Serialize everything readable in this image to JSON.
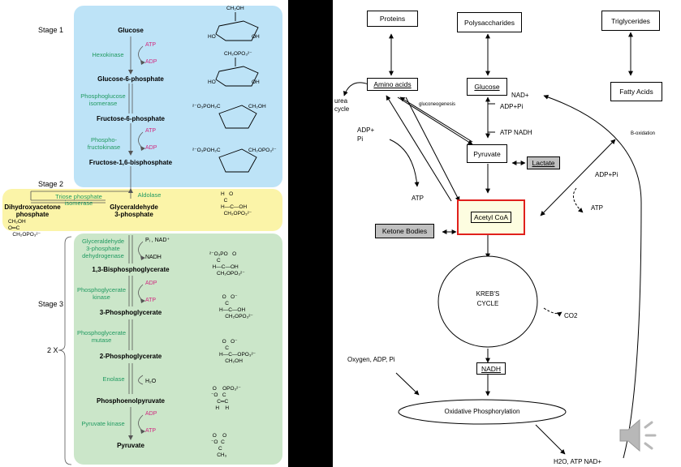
{
  "left": {
    "stages": {
      "stage1": "Stage 1",
      "stage2": "Stage 2",
      "stage3": "Stage 3",
      "twox": "2 X"
    },
    "metabolites": {
      "glucose": "Glucose",
      "g6p": "Glucose-6-phosphate",
      "f6p": "Fructose-6-phosphate",
      "f16bp": "Fructose-1,6-bisphosphate",
      "dhap1": "Dihydroxyacetone",
      "dhap2": "phosphate",
      "gap1": "Glyceraldehyde",
      "gap2": "3-phosphate",
      "bpg": "1,3-Bisphosphoglycerate",
      "pg3": "3-Phosphoglycerate",
      "pg2": "2-Phosphoglycerate",
      "pep": "Phosphoenolpyruvate",
      "pyruvate": "Pyruvate"
    },
    "enzymes": {
      "hexokinase": "Hexokinase",
      "pgi1": "Phosphoglucose",
      "pgi2": "isomerase",
      "pfk1": "Phospho-",
      "pfk2": "fructokinase",
      "aldolase": "Aldolase",
      "tpi1": "Triose phosphate",
      "tpi2": "isomerase",
      "gapdh1": "Glyceraldehyde",
      "gapdh2": "3-phosphate",
      "gapdh3": "dehydrogenase",
      "pgk1": "Phosphoglycerate",
      "pgk2": "kinase",
      "pgm1": "Phosphoglycerate",
      "pgm2": "mutase",
      "enolase": "Enolase",
      "pk": "Pyruvate kinase"
    },
    "cofactors": {
      "atp": "ATP",
      "adp": "ADP",
      "pi_nad": "Pᵢ , NAD⁺",
      "nadh": "NADH",
      "h2o": "H₂O"
    },
    "structures": {
      "ch2oh": "CH₂OH",
      "ch2opo3": "CH₂OPO₃²⁻",
      "o3poh2c": "²⁻O₃POH₂C",
      "oh": "OH",
      "ho": "HO",
      "h": "H",
      "o": "O",
      "c": "C",
      "dhap_struct": "CH₂OH\nO═C\n   CH₂OPO₃²⁻",
      "gap_struct": "H   O\n  C\nH—C—OH\n  CH₂OPO₃²⁻",
      "bpg_struct": "²⁻O₃PO   O\n     C\n  H—C—OH\n     CH₂OPO₃²⁻",
      "pg3_struct": "  O   O⁻\n    C\nH—C—OH\n    CH₂OPO₃²⁻",
      "pg2_struct": "  O   O⁻\n    C\nH—C—OPO₃²⁻\n    CH₂OH",
      "pep_struct": " O    OPO₃²⁻\n⁻O   C\n    C═C\n   H    H",
      "pyr_struct": " O    O\n⁻O  C\n     C\n    CH₃"
    }
  },
  "right": {
    "boxes": {
      "proteins": "Proteins",
      "polysaccharides": "Polysaccharides",
      "triglycerides": "Triglycerides",
      "amino_acids": "Amino acids",
      "glucose": "Glucose",
      "fatty_acids": "Fatty Acids",
      "pyruvate": "Pyruvate",
      "lactate": "Lactate",
      "acetyl_coa": "Acetyl CoA",
      "ketone_bodies": "Ketone Bodies",
      "nadh": "NADH",
      "krebs1": "KREB'S",
      "krebs2": "CYCLE",
      "oxphos": "Oxidative Phosphorylation"
    },
    "labels": {
      "urea1": "urea",
      "urea2": "cycle",
      "gluconeogenesis": "gluconeogenesis",
      "nad_plus": "NAD+",
      "adp_pi_a": "ADP+Pi",
      "atp_nadh": "ATP NADH",
      "adp_pi_b": "ADP+",
      "pi_b": "Pi",
      "atp_b": "ATP",
      "b_oxidation": "B-oxidation",
      "adp_pi_c": "ADP+Pi",
      "atp_c": "ATP",
      "co2": "CO2",
      "oxygen": "Oxygen, ADP, Pi",
      "h2o_atp": "H2O,  ATP  NAD+"
    },
    "speaker_icon": "speaker-volume-icon",
    "colors": {
      "acetyl_border": "#e0201c",
      "acetyl_fill": "#fdfde0",
      "lactate_fill": "#c0c0c0",
      "ketone_fill": "#c0c0c0"
    }
  }
}
